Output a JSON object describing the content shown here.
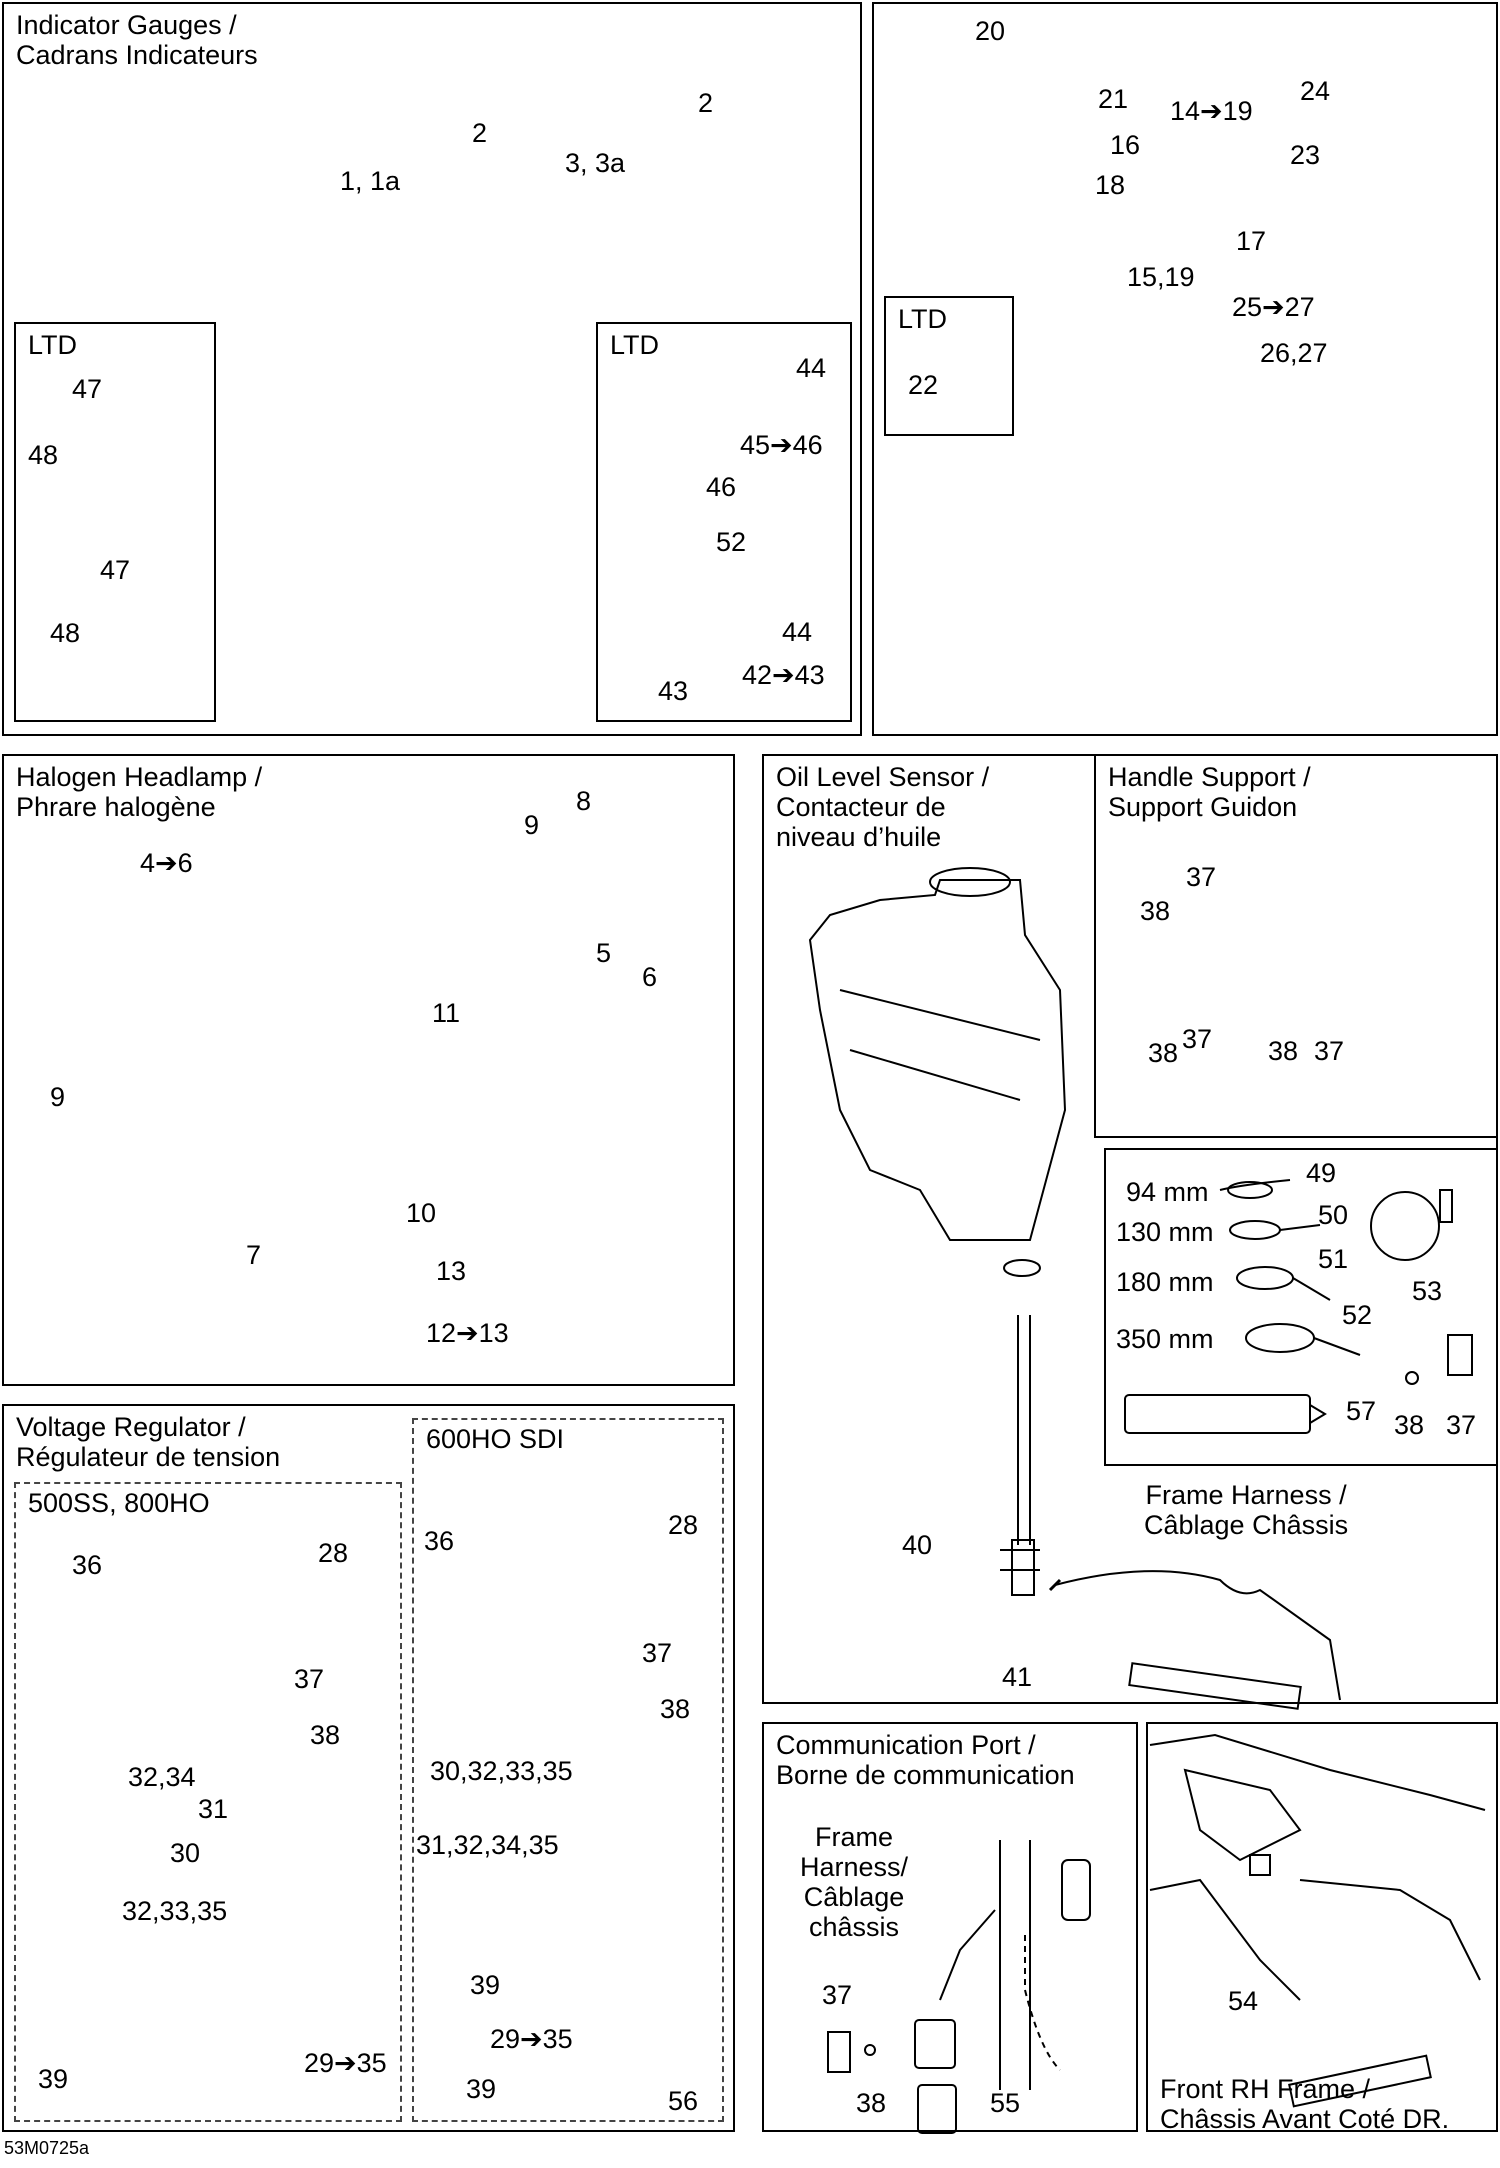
{
  "panels": {
    "indicator": {
      "title": "Indicator Gauges /\nCadrans Indicateurs",
      "ltd_left": "LTD",
      "ltd_right": "LTD"
    },
    "top_right": {
      "ltd": "LTD"
    },
    "headlamp": {
      "title": "Halogen Headlamp /\nPhrare halogène"
    },
    "oil": {
      "title": "Oil Level Sensor /\nContacteur de\nniveau d’huile"
    },
    "handle": {
      "title": "Handle Support /\nSupport Guidon"
    },
    "voltage": {
      "title": "Voltage Regulator /\nRégulateur de tension",
      "sub_left": "500SS, 800HO",
      "sub_right": "600HO SDI"
    },
    "frame_harness": {
      "title": "Frame Harness /\nCâblage Châssis"
    },
    "comm": {
      "title": "Communication Port /\nBorne de communication",
      "inner": "Frame\nHarness/\nCâblage\nchâssis"
    },
    "front_rh": {
      "title": "Front RH Frame  /\nChâssis Avant Coté DR."
    }
  },
  "callouts": {
    "ig_1": "1, 1a",
    "ig_2a": "2",
    "ig_2b": "2",
    "ig_3": "3, 3a",
    "ig_47a": "47",
    "ig_48a": "48",
    "ig_47b": "47",
    "ig_48b": "48",
    "ig_44a": "44",
    "ig_4546": "45➔46",
    "ig_46": "46",
    "ig_52": "52",
    "ig_44b": "44",
    "ig_43": "43",
    "ig_4243": "42➔43",
    "tr_20": "20",
    "tr_21": "21",
    "tr_1419": "14➔19",
    "tr_24": "24",
    "tr_16": "16",
    "tr_18": "18",
    "tr_23": "23",
    "tr_17": "17",
    "tr_1519": "15,19",
    "tr_2527": "25➔27",
    "tr_2627": "26,27",
    "tr_22": "22",
    "hl_8": "8",
    "hl_9a": "9",
    "hl_46": "4➔6",
    "hl_5": "5",
    "hl_6": "6",
    "hl_11": "11",
    "hl_9b": "9",
    "hl_10": "10",
    "hl_7": "7",
    "hl_13": "13",
    "hl_1213": "12➔13",
    "hs_37a": "37",
    "hs_38a": "38",
    "hs_38b": "38",
    "hs_37b": "37",
    "hs_38c": "38",
    "hs_37c": "37",
    "ty_94": "94 mm",
    "ty_49": "49",
    "ty_130": "130 mm",
    "ty_50": "50",
    "ty_180": "180 mm",
    "ty_51": "51",
    "ty_350": "350 mm",
    "ty_52": "52",
    "ty_53": "53",
    "ty_57": "57",
    "ty_38": "38",
    "ty_37": "37",
    "ol_40": "40",
    "ol_41": "41",
    "vr_36a": "36",
    "vr_28a": "28",
    "vr_37a": "37",
    "vr_38a": "38",
    "vr_3234": "32,34",
    "vr_31": "31",
    "vr_30": "30",
    "vr_323335": "32,33,35",
    "vr_39a": "39",
    "vr_2935a": "29➔35",
    "vr_36b": "36",
    "vr_28b": "28",
    "vr_37b": "37",
    "vr_38b": "38",
    "vr_30323335": "30,32,33,35",
    "vr_31323435": "31,32,34,35",
    "vr_39b": "39",
    "vr_2935b": "29➔35",
    "vr_39c": "39",
    "vr_56": "56",
    "cp_37": "37",
    "cp_38": "38",
    "cp_55": "55",
    "fr_54": "54"
  },
  "footer": "53M0725a"
}
